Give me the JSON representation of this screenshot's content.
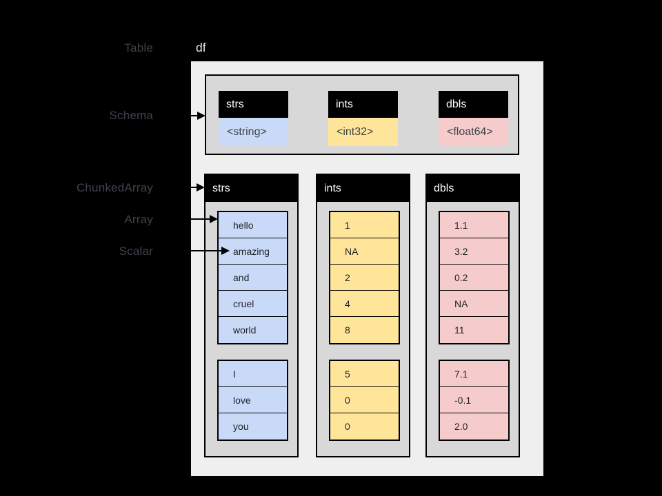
{
  "slide": {
    "side_labels": [
      {
        "id": "table",
        "text": "Table"
      },
      {
        "id": "schema",
        "text": "Schema"
      },
      {
        "id": "chunked-array",
        "text": "ChunkedArray"
      },
      {
        "id": "array",
        "text": "Array"
      },
      {
        "id": "scalar",
        "text": "Scalar"
      }
    ],
    "df_label": "df"
  },
  "colors": {
    "background": "#000000",
    "side_label_text": "#3d434c",
    "df_text": "#e9eaec",
    "table_box_fill": "#efefef",
    "container_fill": "#d8d8d8",
    "header_fill": "#000000",
    "header_text": "#ffffff",
    "strs": "#c9daf8",
    "ints": "#ffe599",
    "dbls": "#f5cbcb"
  },
  "schema": {
    "fields": [
      {
        "name": "strs",
        "type": "<string>",
        "color": "strs"
      },
      {
        "name": "ints",
        "type": "<int32>",
        "color": "ints"
      },
      {
        "name": "dbls",
        "type": "<float64>",
        "color": "dbls"
      }
    ]
  },
  "chunked_arrays": [
    {
      "name": "strs",
      "color": "strs",
      "chunks": [
        [
          "hello",
          "amazing",
          "and",
          "cruel",
          "world"
        ],
        [
          "I",
          "love",
          "you"
        ]
      ]
    },
    {
      "name": "ints",
      "color": "ints",
      "chunks": [
        [
          "1",
          "NA",
          "2",
          "4",
          "8"
        ],
        [
          "5",
          "0",
          "0"
        ]
      ]
    },
    {
      "name": "dbls",
      "color": "dbls",
      "chunks": [
        [
          "1.1",
          "3.2",
          "0.2",
          "NA",
          "11"
        ],
        [
          "7.1",
          "-0.1",
          "2.0"
        ]
      ]
    }
  ]
}
